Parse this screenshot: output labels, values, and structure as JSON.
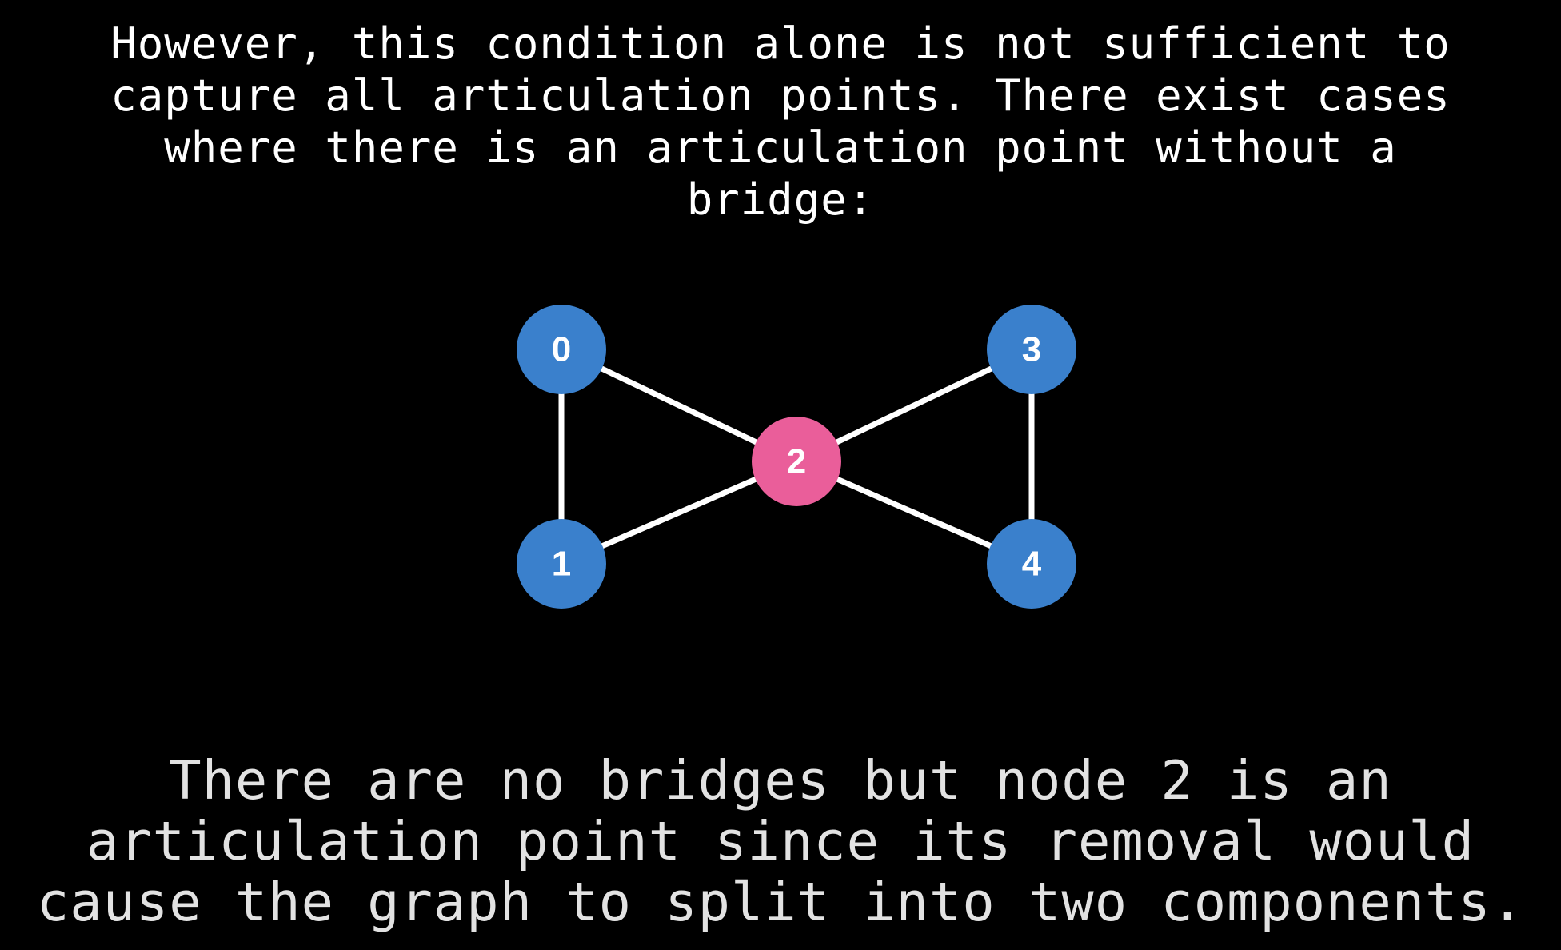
{
  "intro": {
    "lines": [
      "However, this condition alone is not sufficient to",
      "capture all articulation points. There exist cases",
      "where there is an articulation point without a",
      "bridge:"
    ]
  },
  "graph": {
    "nodes": [
      {
        "id": "0",
        "label": "0",
        "role": "normal"
      },
      {
        "id": "1",
        "label": "1",
        "role": "normal"
      },
      {
        "id": "2",
        "label": "2",
        "role": "articulation"
      },
      {
        "id": "3",
        "label": "3",
        "role": "normal"
      },
      {
        "id": "4",
        "label": "4",
        "role": "normal"
      }
    ],
    "edges": [
      [
        "0",
        "1"
      ],
      [
        "0",
        "2"
      ],
      [
        "1",
        "2"
      ],
      [
        "2",
        "3"
      ],
      [
        "2",
        "4"
      ],
      [
        "3",
        "4"
      ]
    ],
    "colors": {
      "normal": "#3a80cc",
      "articulation": "#ea5e9a",
      "edge": "#ffffff",
      "text": "#ffffff"
    }
  },
  "caption": {
    "lines": [
      "There are no bridges but node 2 is an",
      "articulation point since its removal would",
      "cause the graph to split into two components."
    ]
  }
}
